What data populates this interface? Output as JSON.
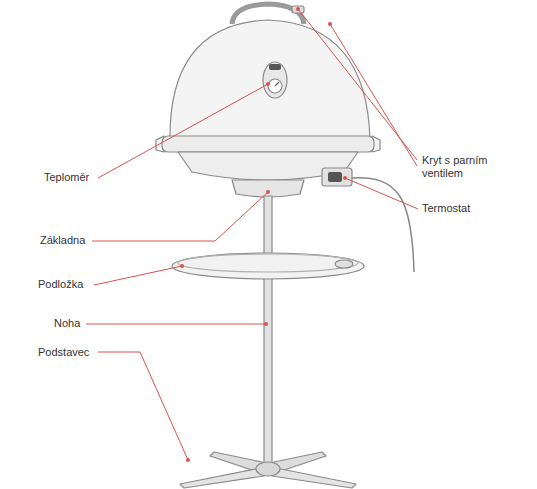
{
  "diagram": {
    "labels": [
      "Kryt s parním ventilem",
      "Teploměr",
      "Termostat",
      "Základna",
      "Podložka",
      "Noha",
      "Podstavec"
    ]
  }
}
